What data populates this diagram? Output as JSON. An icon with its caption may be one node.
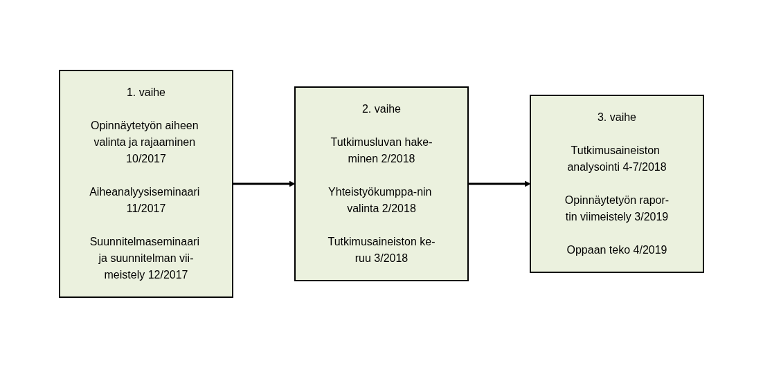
{
  "diagram": {
    "nodes": [
      {
        "text": [
          "1. vaihe",
          "Opinnäytetyön aiheen valinta ja rajaaminen 10/2017",
          "Aiheanalyysiseminaari 11/2017",
          "Suunnitelmaseminaari ja suunnitelman vii-meistely 12/2017"
        ]
      },
      {
        "text": [
          "2. vaihe",
          "Tutkimusluvan hake-minen 2/2018",
          "Yhteistyökumppa-nin valinta 2/2018",
          "Tutkimusaineiston ke-ruu 3/2018"
        ]
      },
      {
        "text": [
          "3. vaihe",
          "Tutkimusaineiston analysointi 4-7/2018",
          "Opinnäytetyön rapor-tin viimeistely 3/2019",
          "Oppaan teko 4/2019"
        ]
      }
    ],
    "edges": [
      {
        "from": 0,
        "to": 1,
        "arrow": "to"
      },
      {
        "from": 1,
        "to": 2,
        "arrow": "to"
      }
    ]
  }
}
